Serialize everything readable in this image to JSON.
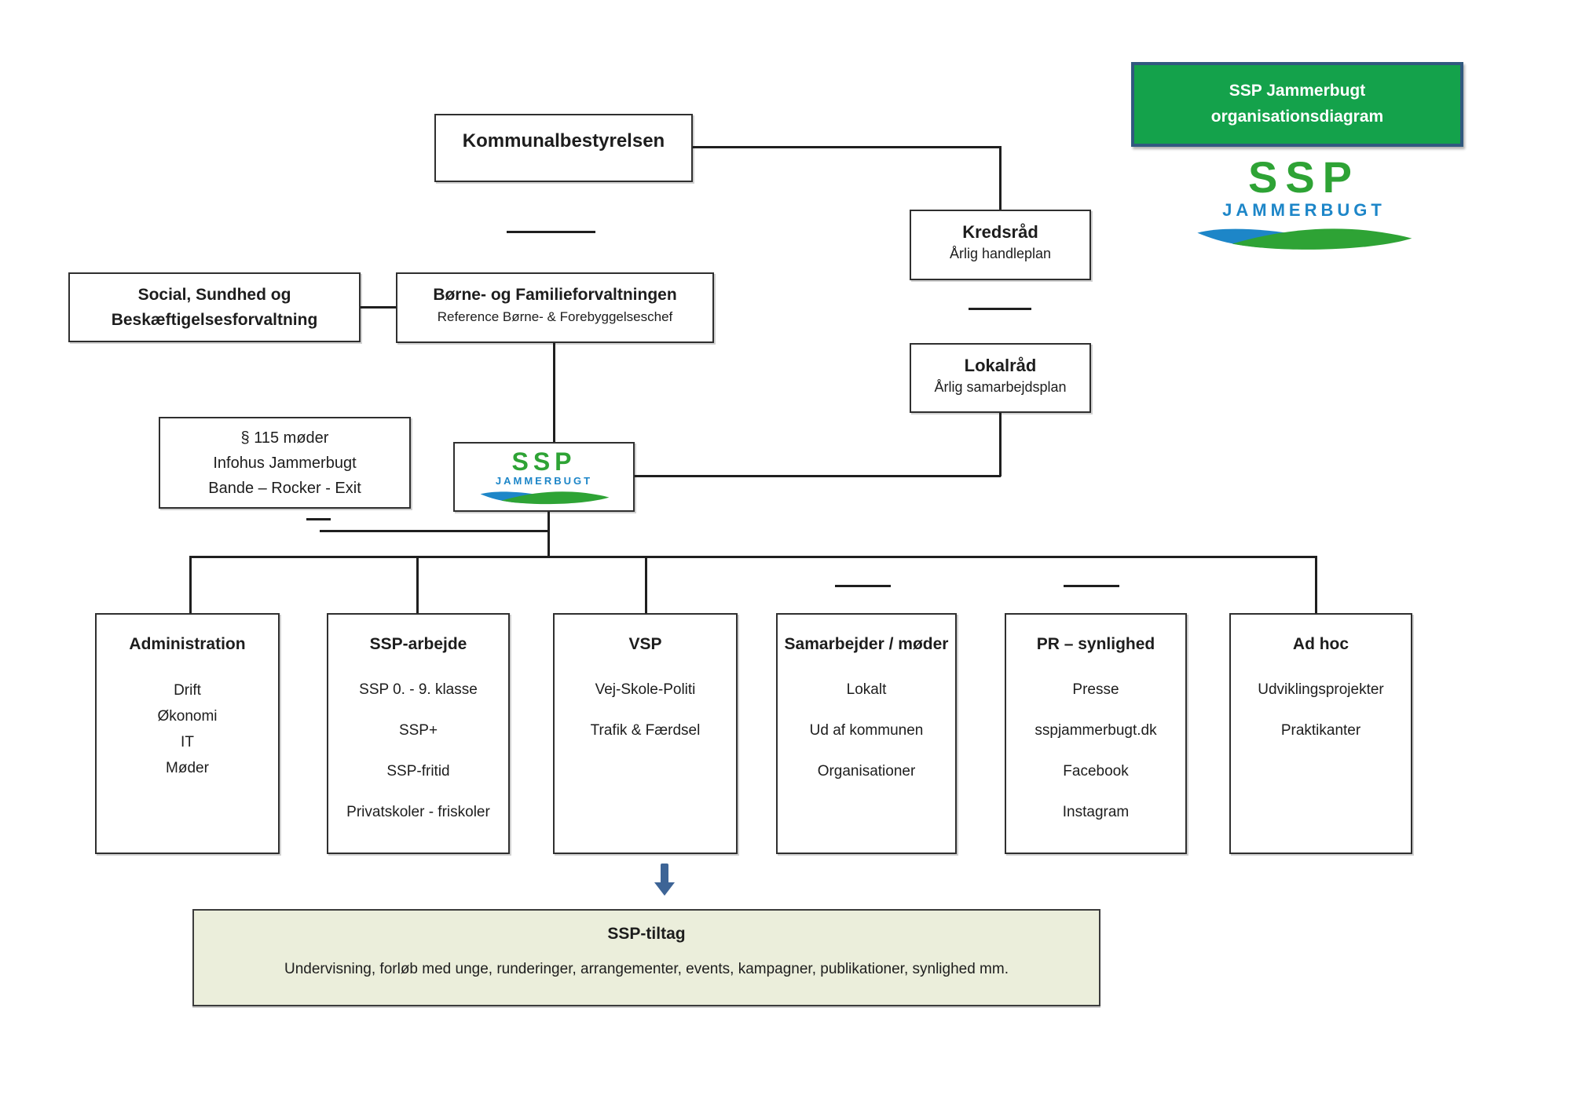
{
  "header": {
    "title_line1": "SSP Jammerbugt",
    "title_line2": "organisationsdiagram"
  },
  "logo": {
    "ssp": "SSP",
    "jammerbugt": "JAMMERBUGT"
  },
  "nodes": {
    "kommunalbestyrelsen": {
      "title": "Kommunalbestyrelsen"
    },
    "kredsraad": {
      "title": "Kredsråd",
      "subtitle": "Årlig handleplan"
    },
    "lokalraad": {
      "title": "Lokalråd",
      "subtitle": "Årlig samarbejdsplan"
    },
    "social": {
      "line1": "Social, Sundhed og",
      "line2": "Beskæftigelsesforvaltning"
    },
    "boerne": {
      "title": "Børne- og Familieforvaltningen",
      "subtitle": "Reference Børne- & Forebyggelseschef"
    },
    "par115": {
      "line1": "§ 115 møder",
      "line2": "Infohus Jammerbugt",
      "line3": "Bande – Rocker - Exit"
    }
  },
  "columns": [
    {
      "title": "Administration",
      "items": [
        "Drift",
        "Økonomi",
        "IT",
        "Møder"
      ]
    },
    {
      "title": "SSP-arbejde",
      "items": [
        "SSP 0. - 9. klasse",
        "SSP+",
        "SSP-fritid",
        "Privatskoler - friskoler"
      ]
    },
    {
      "title": "VSP",
      "items": [
        "Vej-Skole-Politi",
        "Trafik & Færdsel"
      ]
    },
    {
      "title": "Samarbejder / møder",
      "items": [
        "Lokalt",
        "Ud af kommunen",
        "Organisationer"
      ]
    },
    {
      "title": "PR – synlighed",
      "items": [
        "Presse",
        "sspjammerbugt.dk",
        "Facebook",
        "Instagram"
      ]
    },
    {
      "title": "Ad hoc",
      "items": [
        "Udviklingsprojekter",
        "Praktikanter"
      ]
    }
  ],
  "footer": {
    "title": "SSP-tiltag",
    "body": "Undervisning, forløb med unge, runderinger, arrangementer, events, kampagner, publikationer, synlighed mm."
  },
  "colors": {
    "header_green": "#14a24b",
    "header_border_blue": "#31597f",
    "logo_green": "#2ea335",
    "logo_blue": "#1d86c8",
    "arrow_blue": "#3d6496",
    "footer_bg": "#ebeedb",
    "line_color": "#1f1f1f"
  }
}
